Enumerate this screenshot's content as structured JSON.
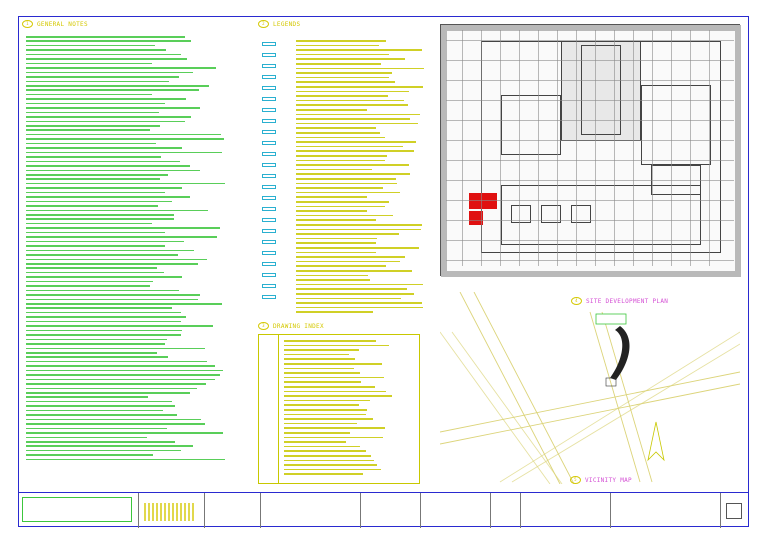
{
  "sections": {
    "general_notes": {
      "title": "GENERAL NOTES"
    },
    "legends": {
      "title": "LEGENDS"
    },
    "drawing_index": {
      "title": "DRAWING INDEX"
    },
    "site_plan": {
      "title": "SITE DEVELOPMENT PLAN"
    },
    "vicinity_map": {
      "title": "VICINITY MAP"
    }
  },
  "colors": {
    "border": "#2a2ad0",
    "text_green": "#3cc63c",
    "text_yellow": "#d4c800",
    "highlight_red": "#e01010",
    "road_yellow": "#f4f0a0"
  },
  "icons": [
    "north-arrow-icon",
    "section-bubble-icon",
    "legend-symbol-icon"
  ]
}
